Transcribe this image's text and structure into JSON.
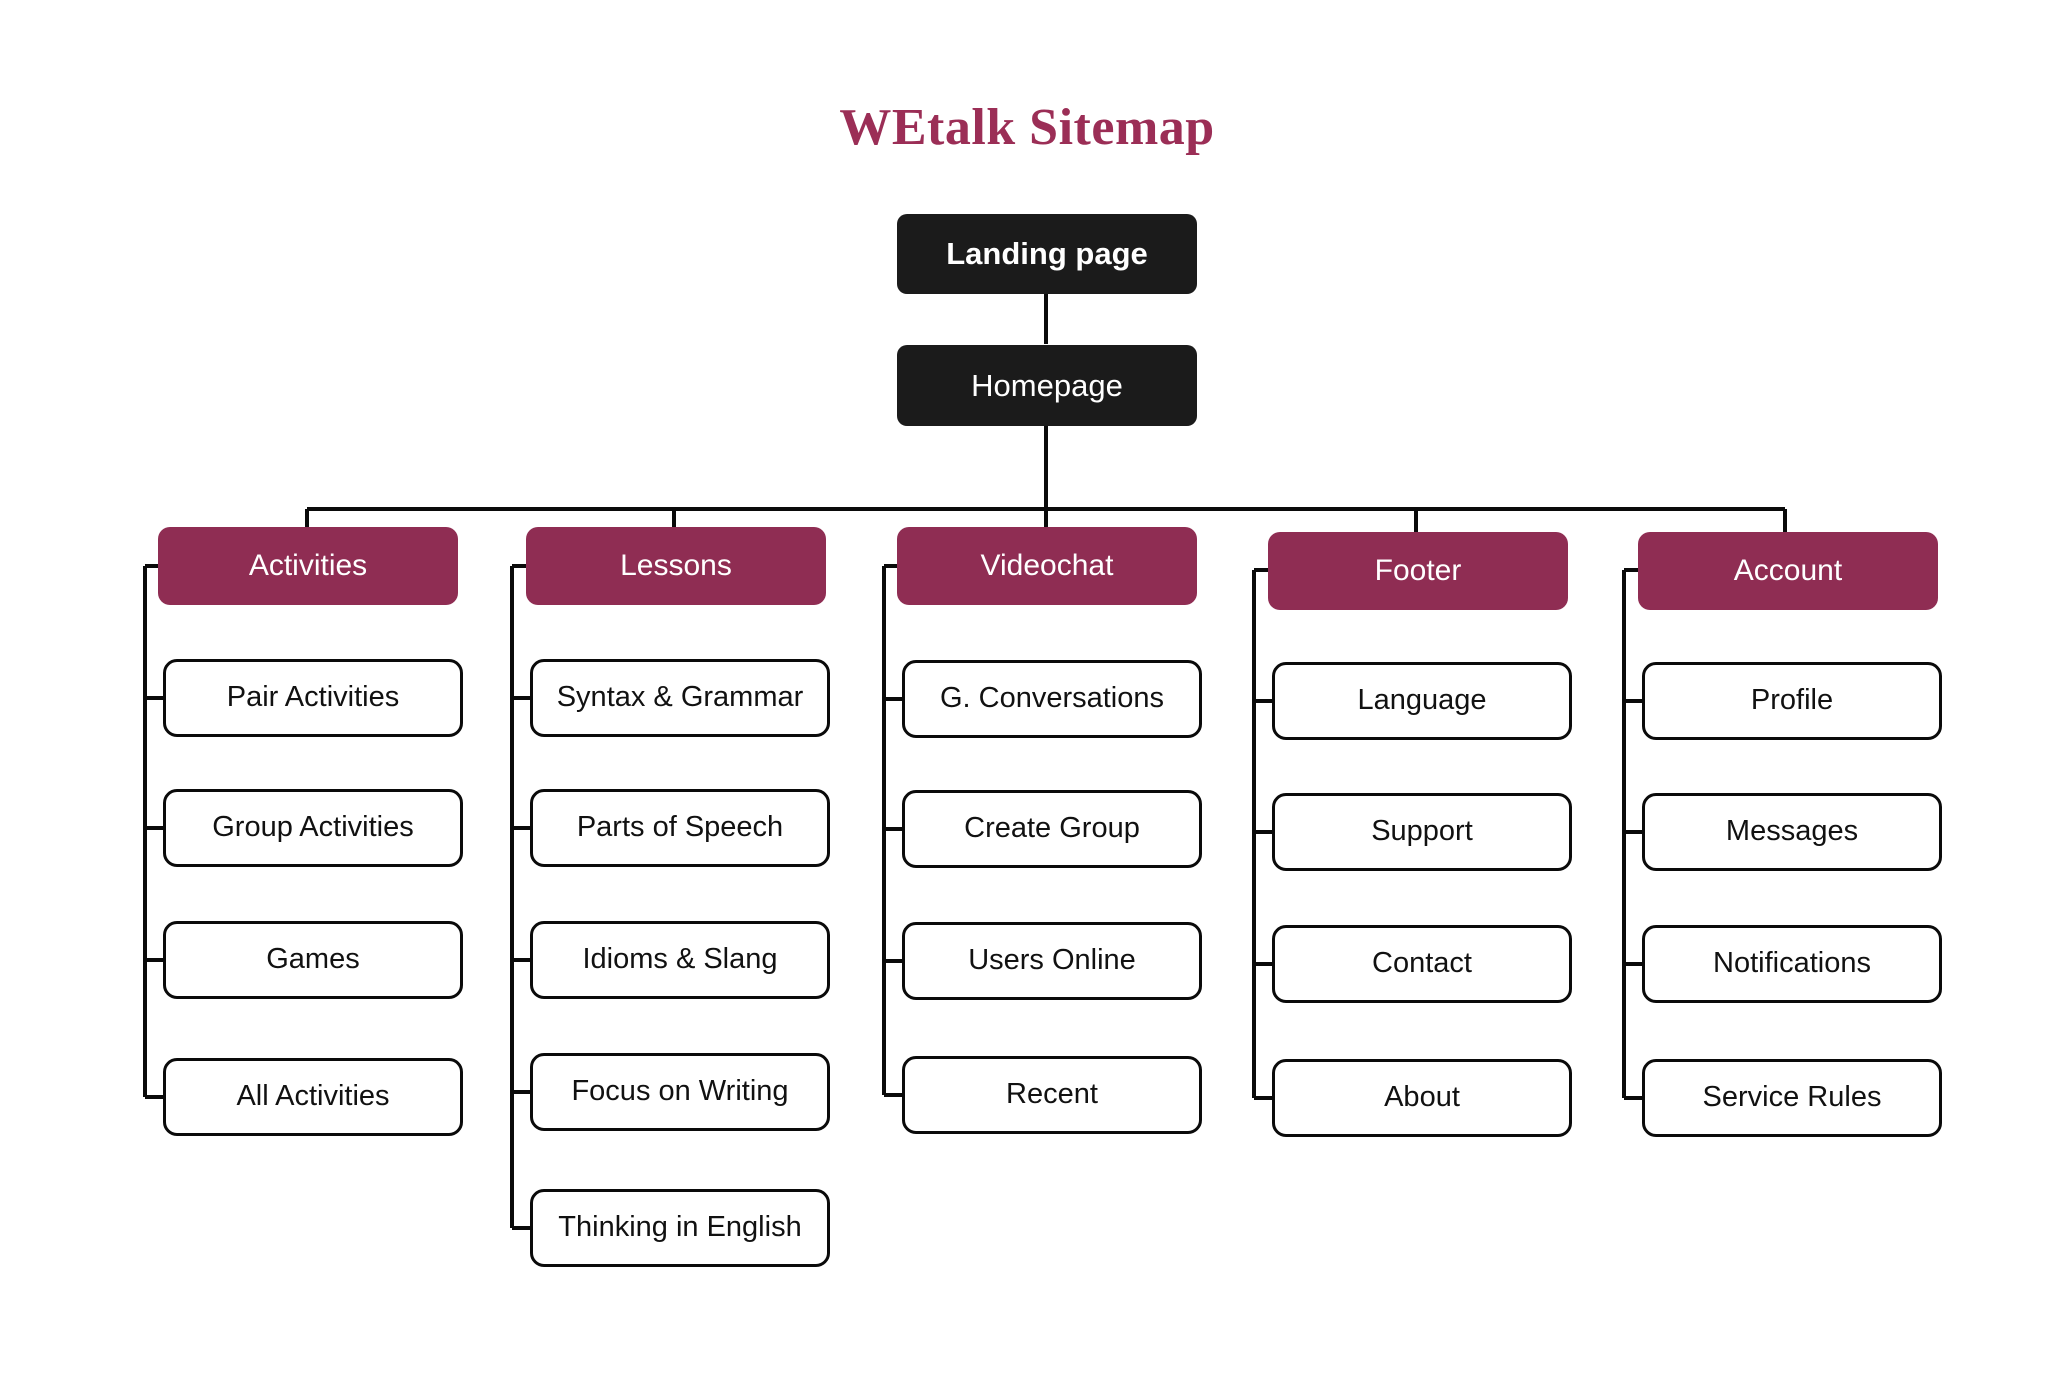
{
  "page": {
    "title": "WEtalk Sitemap",
    "background": "#ffffff",
    "accent_color": "#8F2D53",
    "dark_color": "#1B1B1B",
    "title_color": "#9B2E56"
  },
  "root": {
    "landing_page": "Landing page",
    "homepage": "Homepage"
  },
  "columns": [
    {
      "header": "Activities",
      "children": [
        "Pair Activities",
        "Group Activities",
        "Games",
        "All Activities"
      ]
    },
    {
      "header": "Lessons",
      "children": [
        "Syntax & Grammar",
        "Parts of Speech",
        "Idioms & Slang",
        "Focus on Writing",
        "Thinking in English"
      ]
    },
    {
      "header": "Videochat",
      "children": [
        "G. Conversations",
        "Create Group",
        "Users Online",
        "Recent"
      ]
    },
    {
      "header": "Footer",
      "children": [
        "Language",
        "Support",
        "Contact",
        "About"
      ]
    },
    {
      "header": "Account",
      "children": [
        "Profile",
        "Messages",
        "Notifications",
        "Service Rules"
      ]
    }
  ]
}
